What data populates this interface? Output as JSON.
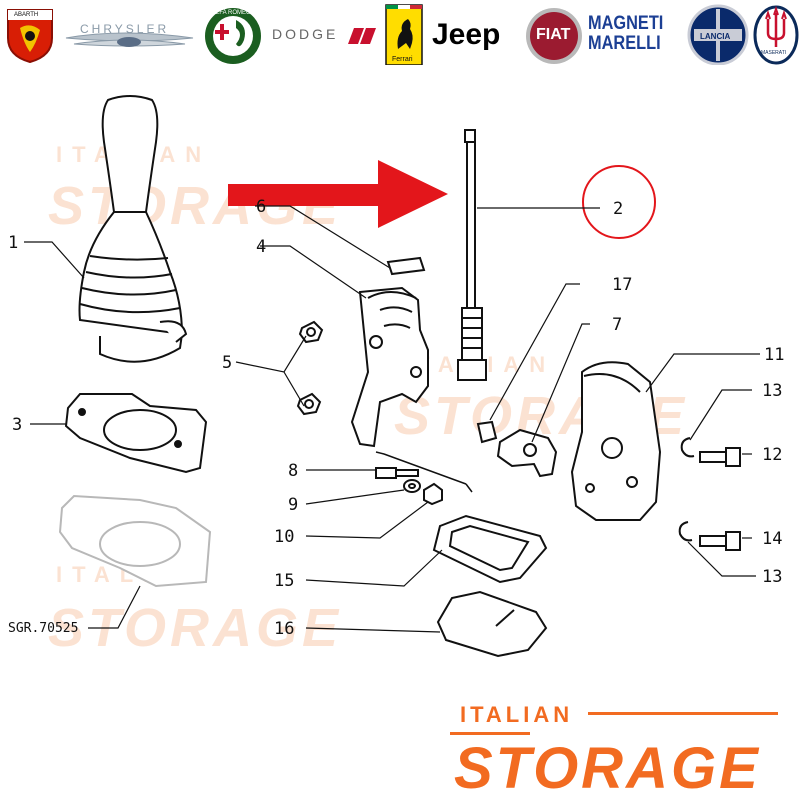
{
  "brands": [
    {
      "name": "Abarth",
      "text": "ABARTH",
      "icon": "abarth-scorpion-badge",
      "color": "#d81e05"
    },
    {
      "name": "Chrysler",
      "text": "CHRYSLER",
      "icon": "chrysler-wings-logo",
      "color": "#8a9aa8"
    },
    {
      "name": "Alfa Romeo",
      "text": "ALFA ROMEO",
      "icon": "alfa-romeo-roundel",
      "color": "#1b5e20"
    },
    {
      "name": "Dodge",
      "text": "DODGE",
      "icon": "dodge-wordmark",
      "color": "#c8102e"
    },
    {
      "name": "Ferrari",
      "text": "Ferrari",
      "icon": "ferrari-prancing-horse-shield",
      "color": "#ffdd00"
    },
    {
      "name": "Jeep",
      "text": "Jeep",
      "icon": "jeep-wordmark",
      "color": "#000000"
    },
    {
      "name": "Fiat",
      "text": "FIAT",
      "icon": "fiat-shield-logo",
      "color": "#9b1b30"
    },
    {
      "name": "Magneti Marelli",
      "text": "MAGNETI\nMARELLI",
      "icon": "magneti-marelli-wordmark",
      "color": "#1c3f94"
    },
    {
      "name": "Lancia",
      "text": "LANCIA",
      "icon": "lancia-roundel",
      "color": "#0a2a6b"
    },
    {
      "name": "Maserati",
      "text": "MASERATI",
      "icon": "maserati-trident-badge",
      "color": "#0b2a5a"
    }
  ],
  "diagram": {
    "part_numbers": [
      "1",
      "2",
      "3",
      "4",
      "5",
      "6",
      "7",
      "8",
      "9",
      "10",
      "11",
      "12",
      "13",
      "13",
      "14",
      "15",
      "16",
      "17"
    ],
    "reference_code": "SGR.70525",
    "highlight_color": "#e3161b",
    "watermark_top": "ITALIAN",
    "watermark_bottom": "STORAGE"
  },
  "footer": {
    "line1": "ITALIAN",
    "line2": "STORAGE",
    "color": "#f26b21"
  }
}
